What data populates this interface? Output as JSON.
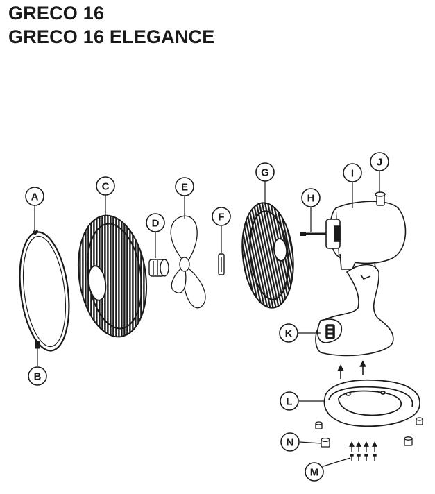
{
  "titles": [
    "GRECO 16",
    "GRECO 16 ELEGANCE"
  ],
  "callouts": [
    "A",
    "B",
    "C",
    "D",
    "E",
    "F",
    "G",
    "H",
    "I",
    "J",
    "K",
    "L",
    "M",
    "N"
  ],
  "colors": {
    "ink": "#1a1a1a",
    "background": "#ffffff"
  }
}
